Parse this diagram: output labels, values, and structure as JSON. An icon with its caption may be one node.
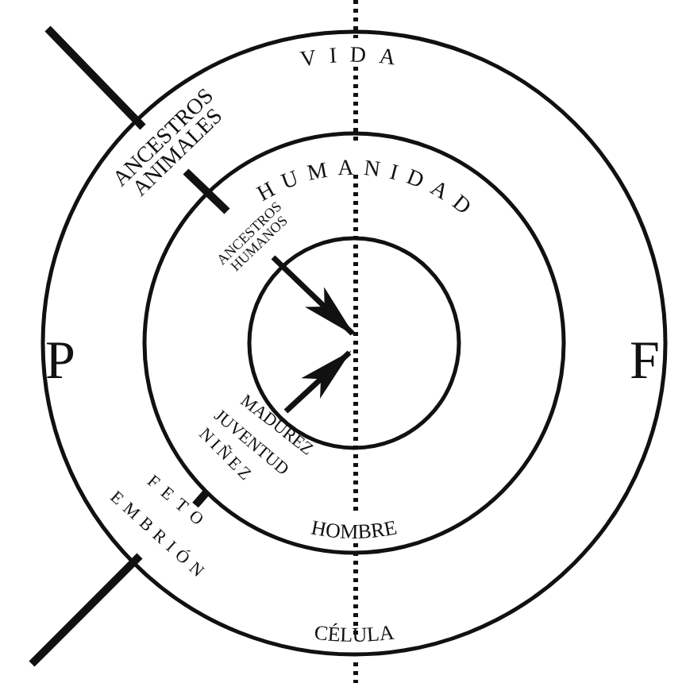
{
  "diagram": {
    "labels": [
      "VIDA",
      "ANCESTROS ANIMALES",
      "HUMANIDAD",
      "ANCESTROS HUMANOS",
      "P",
      "F",
      "MADUREZ",
      "JUVENTUD",
      "NIÑEZ",
      "FETO",
      "EMBRIÓN",
      "HOMBRE",
      "CÉLULA"
    ]
  }
}
